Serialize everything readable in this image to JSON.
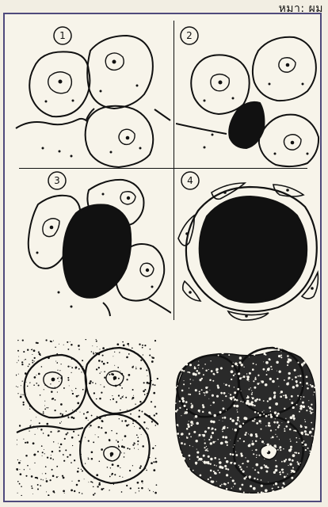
{
  "header": {
    "text": "หมา: ผม"
  },
  "panels": [
    {
      "label": "1"
    },
    {
      "label": "2"
    },
    {
      "label": "3"
    },
    {
      "label": "4"
    },
    {
      "label": ""
    },
    {
      "label": ""
    }
  ],
  "colors": {
    "frame_border": "#4f4a7c",
    "ink": "#111111",
    "paper": "#f7f4ea"
  }
}
